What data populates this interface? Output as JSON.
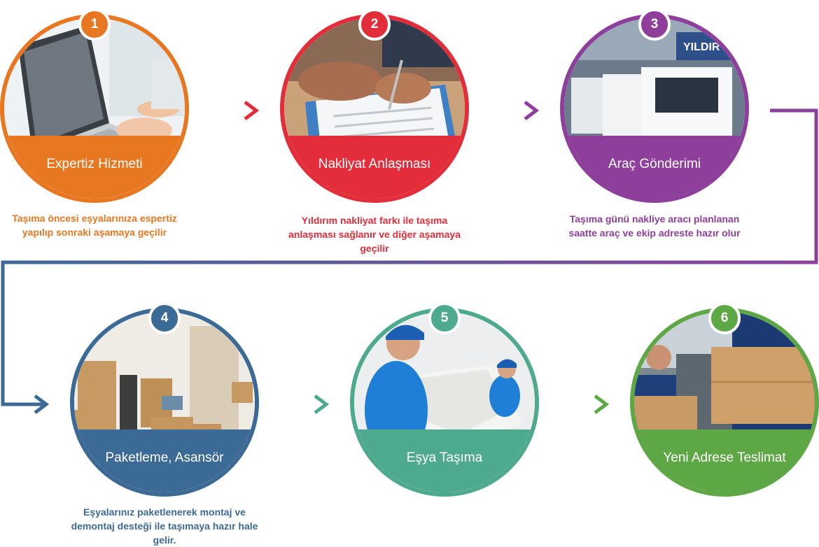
{
  "steps": [
    {
      "number": "1",
      "title": "Expertiz Hizmeti",
      "description": "Taşıma öncesi eşyalarınıza espertiz yapılıp sonraki aşamaya geçilir",
      "color": "#E87722",
      "image": "laptop-typing-photo"
    },
    {
      "number": "2",
      "title": "Nakliyat Anlaşması",
      "description": "Yıldırım nakliyat farkı ile taşıma anlaşması sağlanır ve diğer aşamaya geçilir",
      "color": "#E32D3A",
      "image": "contract-signing-photo"
    },
    {
      "number": "3",
      "title": "Araç Gönderimi",
      "description": "Taşıma günü nakliye aracı planlanan saatte araç ve ekip adreste hazır olur",
      "color": "#8E3F9C",
      "image": "trucks-photo"
    },
    {
      "number": "4",
      "title": "Paketleme, Asansör",
      "description": "Eşyalarınız paketlenerek montaj ve demontaj desteği ile taşımaya hazır hale gelir.",
      "color": "#3C6A96",
      "image": "boxes-room-photo"
    },
    {
      "number": "5",
      "title": "Eşya Taşıma",
      "description": "",
      "color": "#4DAA8E",
      "image": "movers-sofa-photo"
    },
    {
      "number": "6",
      "title": "Yeni Adrese Teslimat",
      "description": "",
      "color": "#5DA845",
      "image": "delivery-boxes-photo"
    }
  ],
  "truck_sign": "YILDIR",
  "colors": {
    "orange": "#E87722",
    "red": "#E32D3A",
    "purple": "#8E3F9C",
    "blue": "#3C6A96",
    "teal": "#4DAA8E",
    "green": "#5DA845"
  }
}
